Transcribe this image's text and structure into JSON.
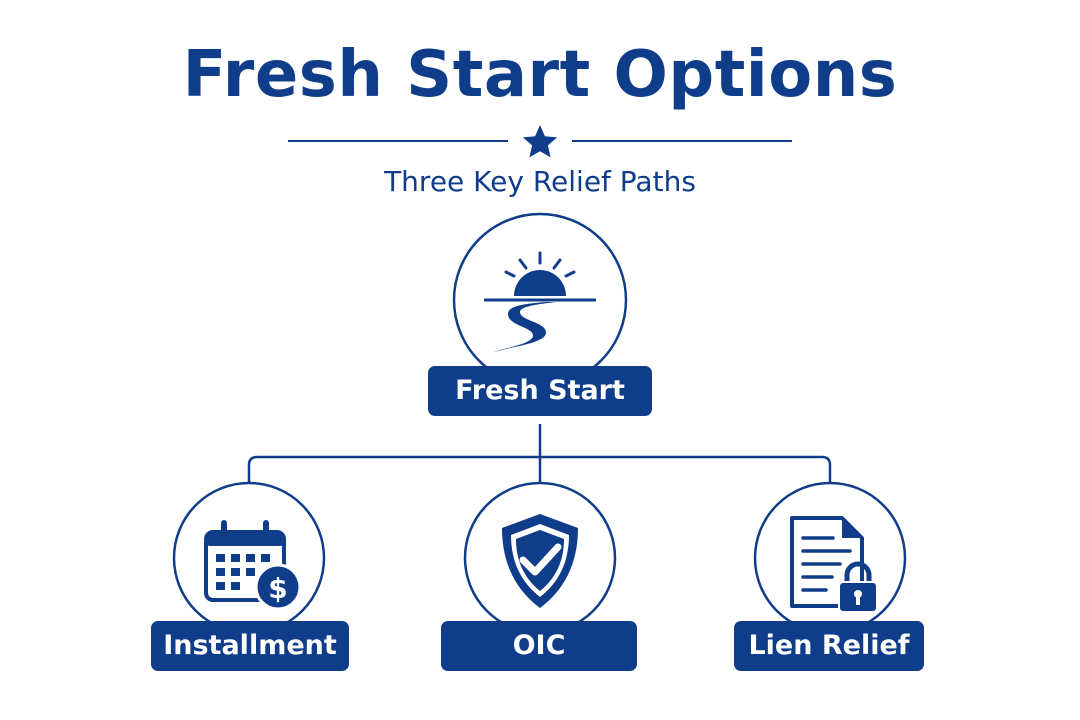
{
  "title": "Fresh Start Options",
  "subtitle": "Three Key Relief Paths",
  "root": {
    "label": "Fresh Start",
    "icon": "sunrise-path-icon"
  },
  "children": [
    {
      "label": "Installment",
      "icon": "calendar-dollar-icon"
    },
    {
      "label": "OIC",
      "icon": "shield-check-icon"
    },
    {
      "label": "Lien Relief",
      "icon": "document-lock-icon"
    }
  ],
  "colors": {
    "primary": "#0f3d8a",
    "background": "#ffffff"
  }
}
